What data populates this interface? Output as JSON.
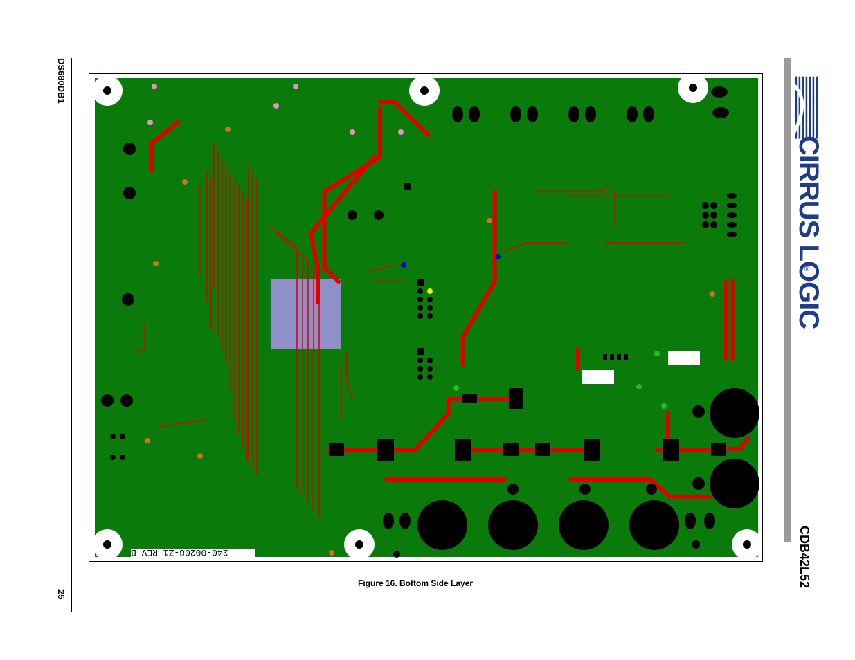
{
  "header": {
    "doc_id": "DS680DB1",
    "page_number": "25",
    "product": "CDB42L52"
  },
  "figure": {
    "caption": "Figure 16.  Bottom Side Layer",
    "board_silk_text": "240-00208-Z1 REV B"
  },
  "logo": {
    "brand": "CIRRUS LOGIC",
    "registered": "®",
    "color": "#1f3c88"
  },
  "colors": {
    "board": "#0a7a0a",
    "trace": "#e00000",
    "pad": "#000000",
    "ic_pad_area": "#9090c8",
    "via_pink": "#e890c0",
    "via_orange": "#d07020"
  }
}
